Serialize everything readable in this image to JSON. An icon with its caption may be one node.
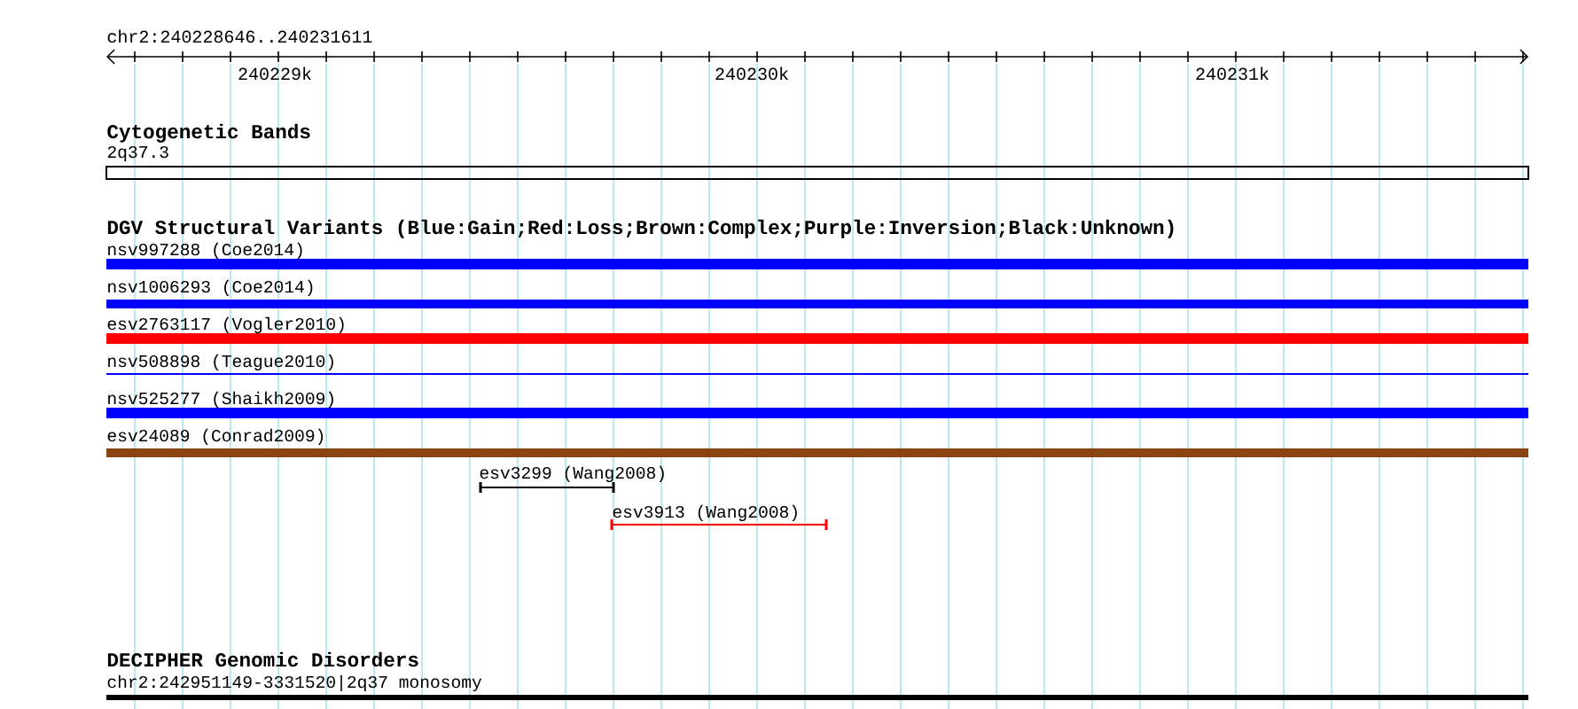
{
  "diagram": {
    "nodes": [
      {
        "text": [
          "2q37.3"
        ]
      },
      {
        "text": [
          "nsv997288 (Coe2014)"
        ]
      },
      {
        "text": [
          "nsv1006293 (Coe2014)"
        ]
      },
      {
        "text": [
          "esv2763117 (Vogler2010)"
        ]
      },
      {
        "text": [
          "nsv508898 (Teague2010)"
        ]
      },
      {
        "text": [
          "nsv525277 (Shaikh2009)"
        ]
      },
      {
        "text": [
          "esv24089 (Conrad2009)"
        ]
      },
      {
        "text": [
          "esv3299 (Wang2008)"
        ]
      },
      {
        "text": [
          "esv3913 (Wang2008)"
        ]
      },
      {
        "text": [
          "chr2:242951149-3331520|2q37 monosomy"
        ]
      }
    ],
    "labels": [
      "chr2:240228646..240231611",
      "240229k",
      "240230k",
      "240231k",
      "Cytogenetic Bands",
      "DGV Structural Variants (Blue:Gain;Red:Loss;Brown:Complex;Purple:Inversion;Black:Unknown)",
      "DECIPHER Genomic Disorders"
    ]
  }
}
